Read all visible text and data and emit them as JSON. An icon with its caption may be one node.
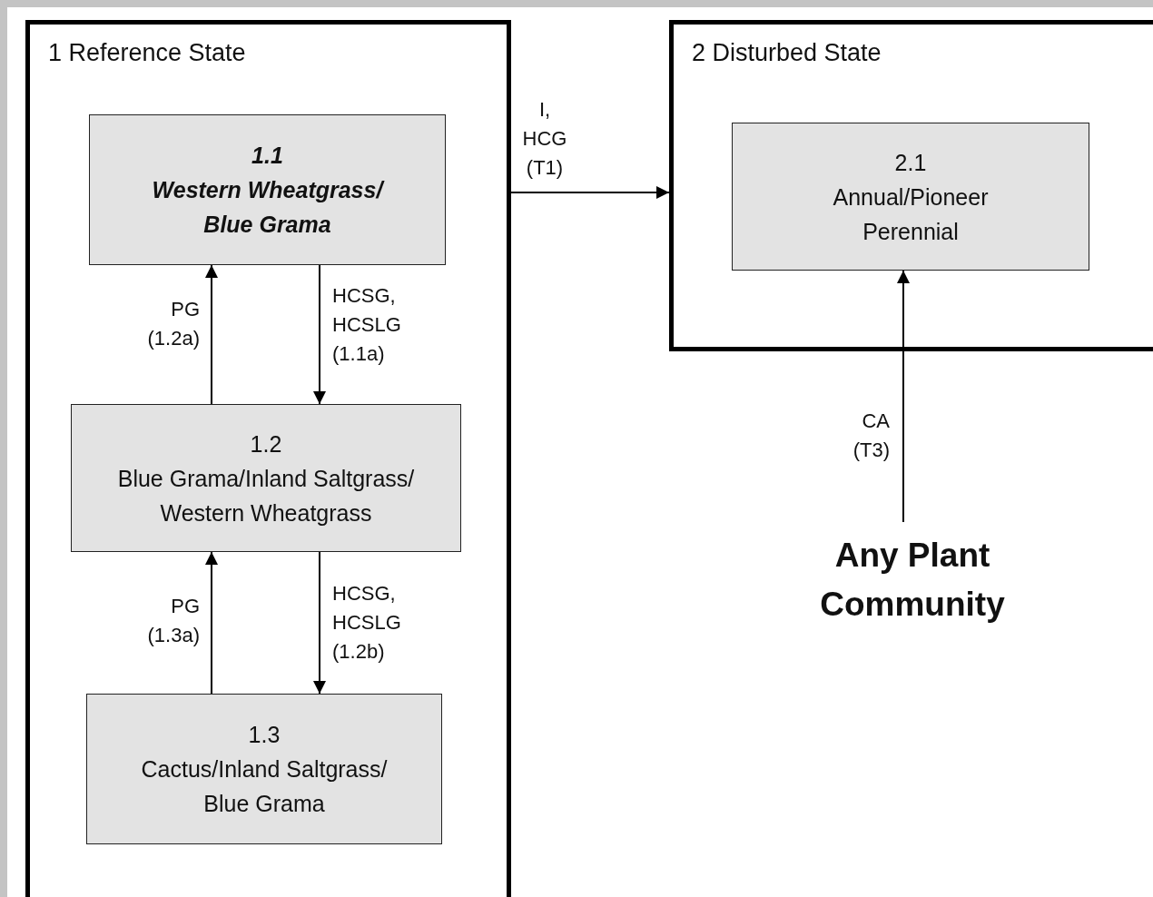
{
  "diagram": {
    "nodes": [
      {
        "text": [
          "1 Reference State"
        ]
      },
      {
        "text": [
          "1.1",
          "Western Wheatgrass/ Blue Grama"
        ],
        "in": 0
      },
      {
        "text": [
          "1.2",
          "Blue Grama/Inland Saltgrass/ Western Wheatgrass"
        ],
        "in": 0
      },
      {
        "text": [
          "1.3",
          "Cactus/Inland Saltgrass/ Blue Grama"
        ],
        "in": 0
      },
      {
        "text": [
          "2 Disturbed State"
        ]
      },
      {
        "text": [
          "2.1",
          "Annual/Pioneer Perennial"
        ],
        "in": 4
      },
      {
        "text": [
          "Any Plant Community"
        ]
      }
    ],
    "edges": [
      {
        "from": 0,
        "to": 4,
        "arrow": "to",
        "label": "I, HCG (T1)"
      },
      {
        "from": 2,
        "to": 1,
        "arrow": "to",
        "label": "PG (1.2a)"
      },
      {
        "from": 1,
        "to": 2,
        "arrow": "to",
        "label": "HCSG, HCSLG (1.1a)"
      },
      {
        "from": 3,
        "to": 2,
        "arrow": "to",
        "label": "PG (1.3a)"
      },
      {
        "from": 2,
        "to": 3,
        "arrow": "to",
        "label": "HCSG, HCSLG (1.2b)"
      },
      {
        "from": 6,
        "to": 5,
        "arrow": "to",
        "label": "CA (T3)"
      }
    ]
  }
}
